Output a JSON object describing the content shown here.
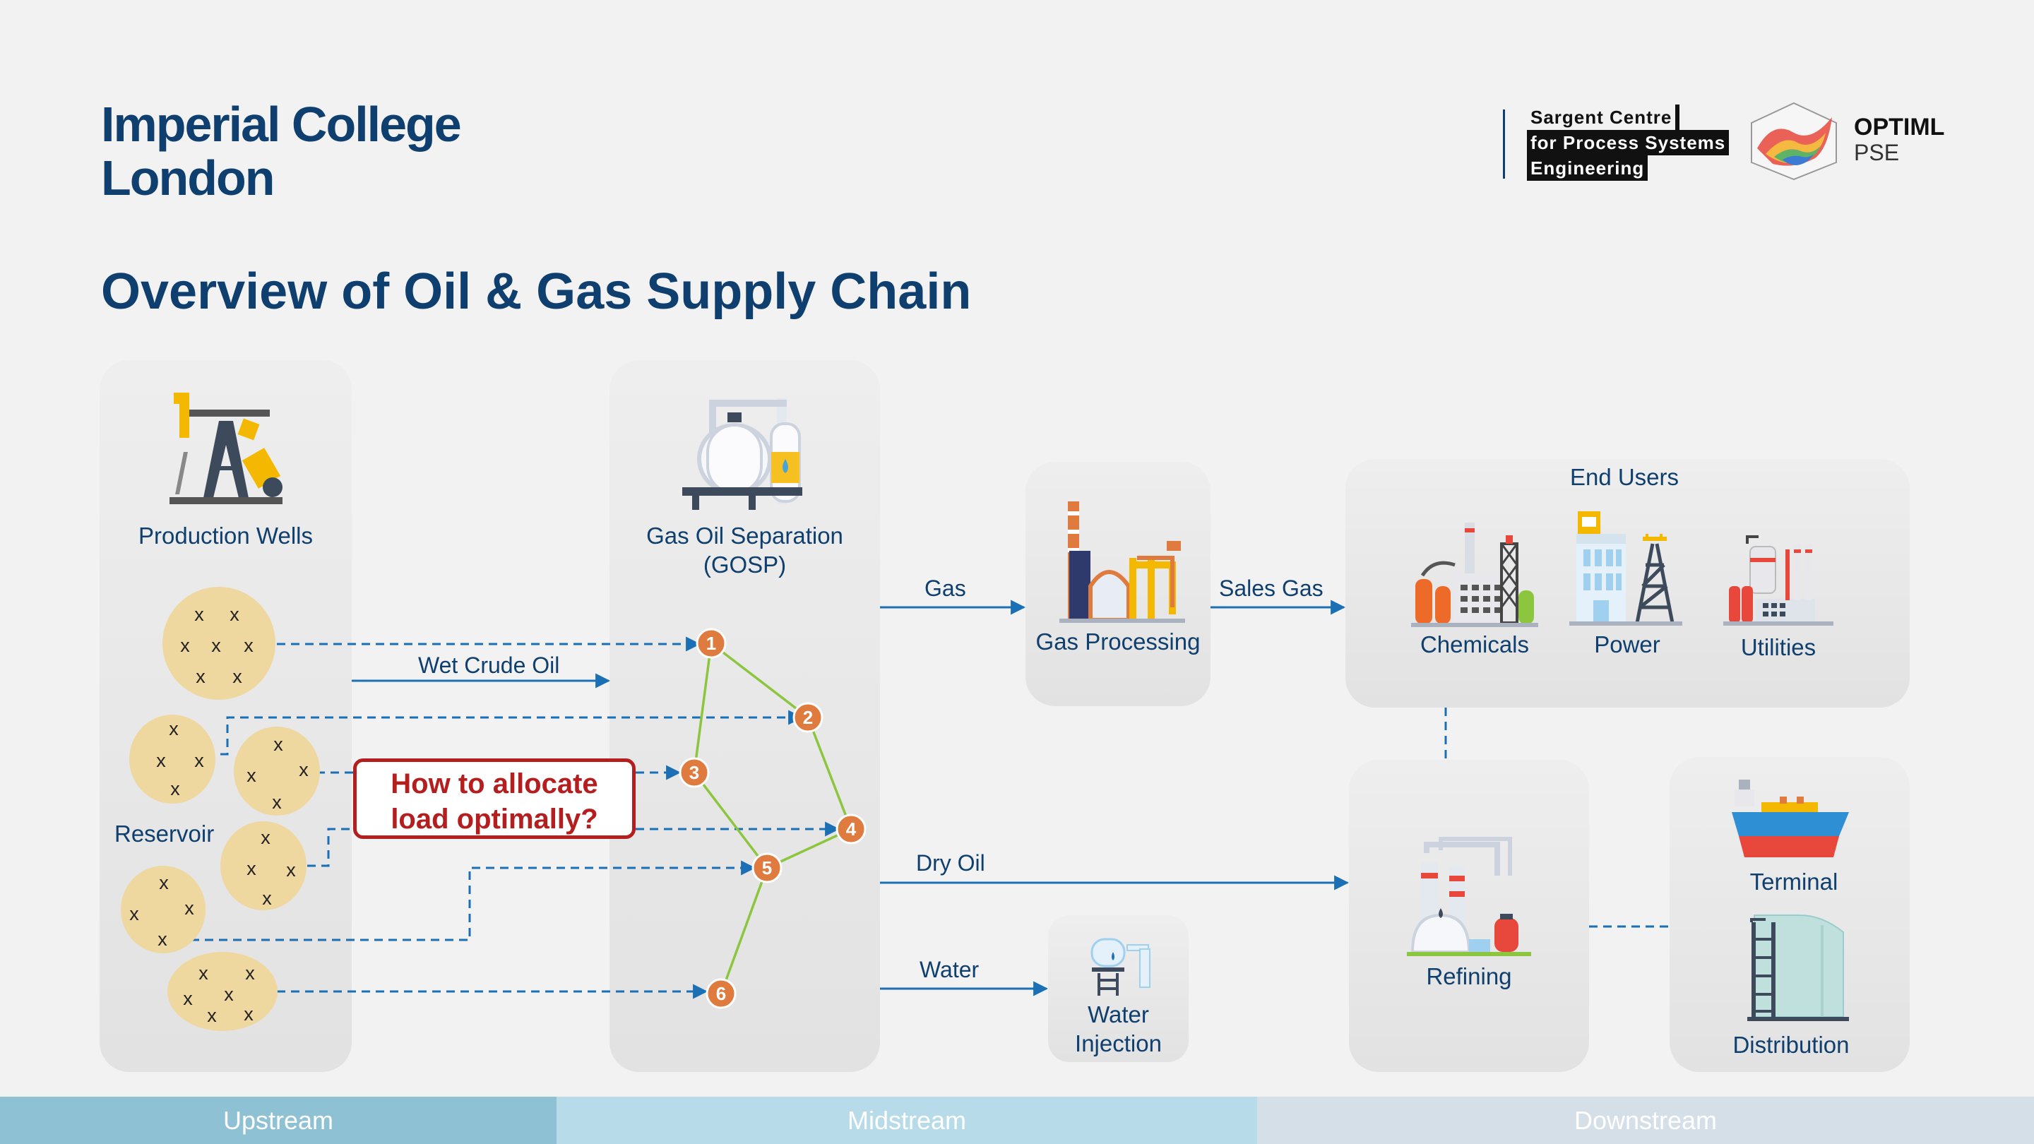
{
  "header": {
    "logo_line1": "Imperial College",
    "logo_line2": "London",
    "sargent_line1": "Sargent Centre",
    "sargent_line2": "for Process Systems",
    "sargent_line3": "Engineering",
    "optiml": "OPTIML",
    "pse": "PSE"
  },
  "title": "Overview of Oil & Gas Supply Chain",
  "nodes": {
    "production_wells": "Production Wells",
    "reservoir": "Reservoir",
    "gosp_line1": "Gas Oil Separation",
    "gosp_line2": "(GOSP)",
    "gas_processing": "Gas Processing",
    "end_users": "End Users",
    "chemicals": "Chemicals",
    "power": "Power",
    "utilities": "Utilities",
    "refining": "Refining",
    "terminal": "Terminal",
    "distribution": "Distribution",
    "water_injection_line1": "Water",
    "water_injection_line2": "Injection"
  },
  "flows": {
    "wet_crude_oil": "Wet Crude Oil",
    "gas": "Gas",
    "sales_gas": "Sales Gas",
    "dry_oil": "Dry Oil",
    "water": "Water"
  },
  "callout": {
    "line1": "How to allocate",
    "line2": "load optimally?"
  },
  "gosp_units": [
    "1",
    "2",
    "3",
    "4",
    "5",
    "6"
  ],
  "well_marker": "x",
  "stages": {
    "upstream": "Upstream",
    "midstream": "Midstream",
    "downstream": "Downstream"
  },
  "colors": {
    "navy": "#0f3f6e",
    "arrow_blue": "#1a6fb5",
    "unit_orange": "#e07b3f",
    "link_green": "#8cc63f",
    "reservoir_fill": "#efd7a0",
    "callout_red": "#b51e1e",
    "upstream_band": "#8ec1d3",
    "midstream_band": "#b7dbe8",
    "downstream_band": "#d5dfe8"
  }
}
